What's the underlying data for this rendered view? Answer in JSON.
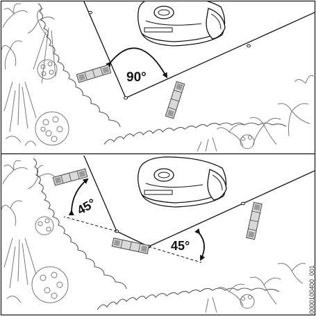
{
  "panels": [
    {
      "angle_label": "90°"
    },
    {
      "angle_label_left": "45°",
      "angle_label_right": "45°"
    }
  ],
  "document_id": "0000100400_001",
  "colors": {
    "line": "#111111",
    "outline": "#444444",
    "vegetation": "#777777",
    "background": "#ffffff",
    "strip_fill": "#d9d9d9",
    "strip_dark": "#9a9a9a"
  }
}
